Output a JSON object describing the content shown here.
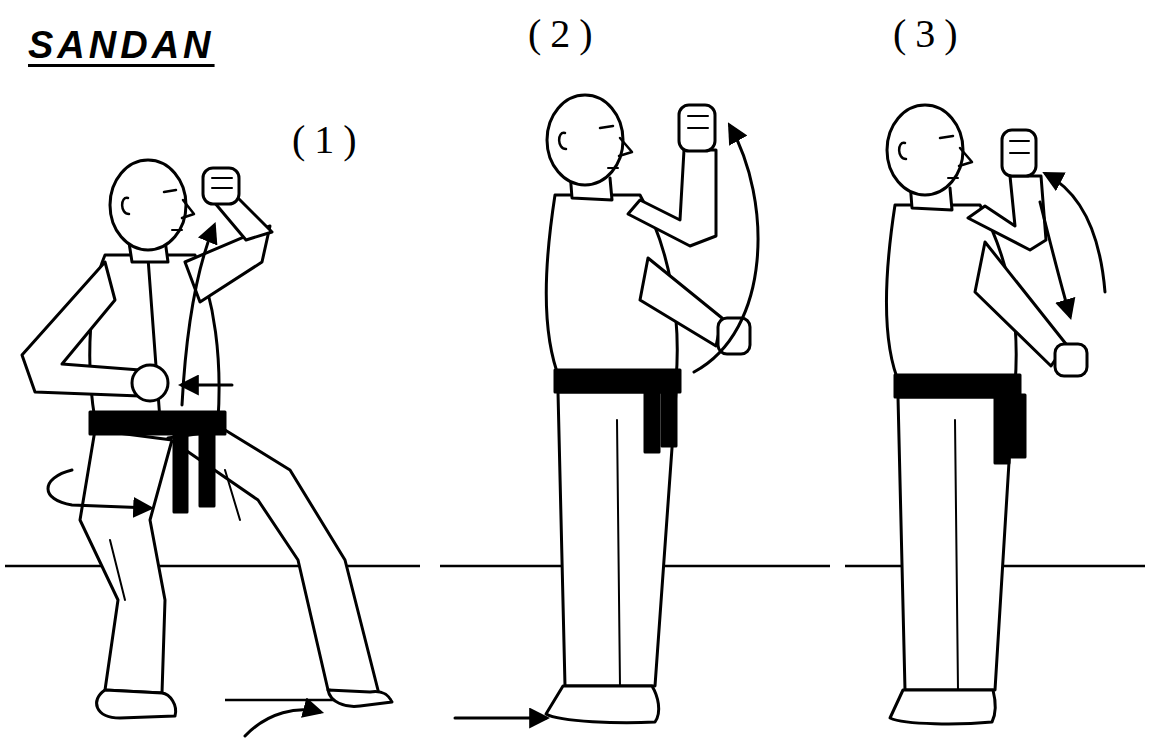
{
  "diagram": {
    "title": "SANDAN",
    "labels": [
      "(1)",
      "(2)",
      "(3)"
    ]
  }
}
